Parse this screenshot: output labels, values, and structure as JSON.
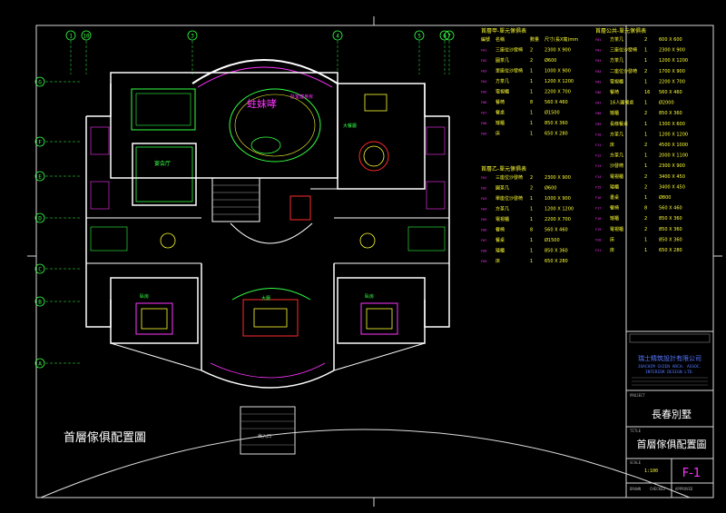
{
  "colors": {
    "background": "#000000",
    "frame": "#d8d8d8",
    "wall": "#ffffff",
    "magenta": "#ff33ff",
    "green": "#33ff44",
    "yellow": "#ffff33",
    "red": "#ff2a2a",
    "cyan": "#33ffff",
    "blue": "#3355ff",
    "grid_label": "#33ff44"
  },
  "drawing_title": "首層傢俱配置圖",
  "rooms": {
    "pool": "蛀妹哮",
    "pool_note": "卧室健身房",
    "left_hall": "宴会厅",
    "dining": "大餐廳",
    "center": "大廳",
    "entrance": "出入口",
    "left_room": "臥房",
    "right_room": "臥房"
  },
  "grid_columns": [
    "1",
    "10",
    "3",
    "4",
    "5",
    "6",
    "7"
  ],
  "grid_rows": [
    "G",
    "F",
    "E",
    "D",
    "C",
    "B",
    "A"
  ],
  "table_a": {
    "title": "首層甲-單元傢俱表",
    "headers": [
      "編號",
      "名稱",
      "數量",
      "尺寸(長X寬)mm"
    ],
    "rows": [
      [
        "F01",
        "三座位沙發椅",
        "2",
        "2300 X 900"
      ],
      [
        "F02",
        "圓茶几",
        "2",
        "Ø600"
      ],
      [
        "F03",
        "單座位沙發椅",
        "1",
        "1000 X 900"
      ],
      [
        "F04",
        "方茶几",
        "1",
        "1200 X 1200"
      ],
      [
        "F05",
        "電視櫃",
        "1",
        "2200 X 700"
      ],
      [
        "F06",
        "餐椅",
        "8",
        "560 X 460"
      ],
      [
        "F07",
        "餐桌",
        "1",
        "Ø1500"
      ],
      [
        "F08",
        "矮櫃",
        "1",
        "850 X 360"
      ],
      [
        "F09",
        "床",
        "1",
        "650 X 280"
      ]
    ]
  },
  "table_b": {
    "title": "首層乙-單元傢俱表",
    "rows": [
      [
        "F01",
        "三座位沙發椅",
        "2",
        "2300 X 900"
      ],
      [
        "F02",
        "圓茶几",
        "2",
        "Ø600"
      ],
      [
        "F03",
        "單座位沙發椅",
        "1",
        "1000 X 900"
      ],
      [
        "F04",
        "方茶几",
        "1",
        "1200 X 1200"
      ],
      [
        "F05",
        "電視櫃",
        "1",
        "2200 X 700"
      ],
      [
        "F06",
        "餐椅",
        "8",
        "560 X 460"
      ],
      [
        "F07",
        "餐桌",
        "1",
        "Ø1500"
      ],
      [
        "F08",
        "矮櫃",
        "1",
        "850 X 360"
      ],
      [
        "F09",
        "床",
        "1",
        "650 X 280"
      ]
    ]
  },
  "table_c": {
    "title": "首層公共-單元傢俱表",
    "rows": [
      [
        "F01",
        "方茶几",
        "2",
        "600 X 600"
      ],
      [
        "F02",
        "三座位沙發椅",
        "1",
        "2300 X 900"
      ],
      [
        "F03",
        "方茶几",
        "1",
        "1200 X 1200"
      ],
      [
        "F04",
        "二座位沙發椅",
        "2",
        "1700 X 900"
      ],
      [
        "F05",
        "電視櫃",
        "1",
        "2200 X 700"
      ],
      [
        "F06",
        "餐椅",
        "16",
        "560 X 460"
      ],
      [
        "F07",
        "16人圓餐桌",
        "1",
        "Ø2000"
      ],
      [
        "F08",
        "矮櫃",
        "2",
        "850 X 360"
      ],
      [
        "F09",
        "長條餐桌",
        "1",
        "1300 X 600"
      ],
      [
        "F10",
        "方茶几",
        "1",
        "1200 X 1200"
      ],
      [
        "F11",
        "床",
        "2",
        "4500 X 1000"
      ],
      [
        "F12",
        "方茶几",
        "1",
        "2000 X 1100"
      ],
      [
        "F13",
        "沙發椅",
        "1",
        "2300 X 900"
      ],
      [
        "F14",
        "電視櫃",
        "2",
        "3400 X 450"
      ],
      [
        "F15",
        "矮櫃",
        "2",
        "3400 X 450"
      ],
      [
        "F16",
        "書桌",
        "1",
        "Ø800"
      ],
      [
        "F17",
        "餐椅",
        "8",
        "560 X 460"
      ],
      [
        "F18",
        "矮櫃",
        "2",
        "850 X 360"
      ],
      [
        "F19",
        "電視櫃",
        "2",
        "850 X 360"
      ],
      [
        "F20",
        "床",
        "1",
        "850 X 360"
      ],
      [
        "F21",
        "床",
        "1",
        "650 X 280"
      ]
    ]
  },
  "title_block": {
    "company_cn": "瑞士精筑設計有限公司",
    "company_en_1": "JOACHIM CHIEN ARCH. ASSOC.",
    "company_en_2": "INTERIOR DESIGN LTD.",
    "project_label": "PROJECT",
    "project_name": "長春別墅",
    "drawing_label": "TITLE",
    "drawing_name": "首層傢俱配置圖",
    "scale_label": "SCALE",
    "scale_value": "1:100",
    "sheet_no": "F-1",
    "drawn_label": "DRAWN",
    "checked_label": "CHECKED",
    "approved_label": "APPROVED"
  }
}
